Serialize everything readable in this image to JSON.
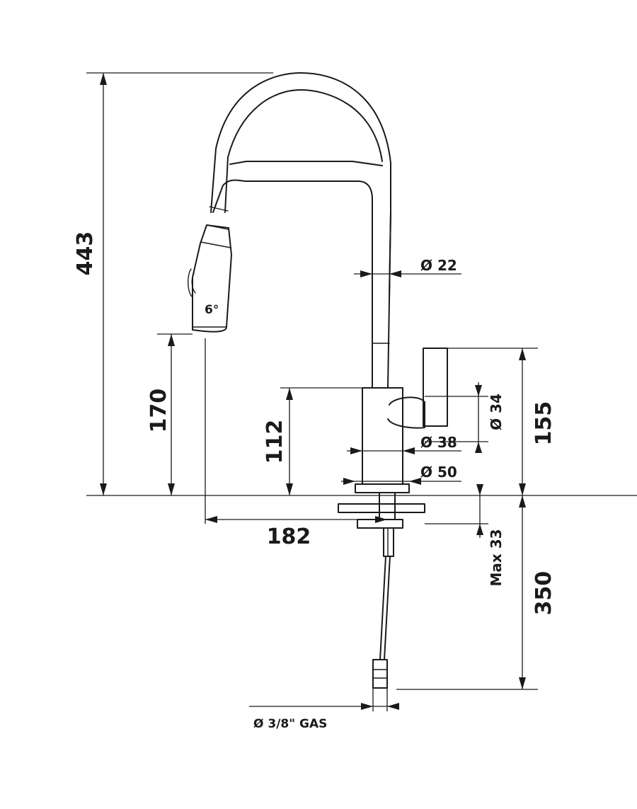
{
  "dimensions": {
    "total_height": "443",
    "spout_outlet_height": "170",
    "body_height": "112",
    "lever_height": "155",
    "reach": "182",
    "hose_length": "350",
    "max_deck_thickness": "Max 33",
    "spout_diameter": "Ø 22",
    "lever_diameter": "Ø 34",
    "body_diameter": "Ø 38",
    "base_diameter": "Ø 50",
    "connection": "Ø 3/8\" GAS"
  },
  "colors": {
    "line": "#1a1a1a",
    "background": "#ffffff"
  }
}
